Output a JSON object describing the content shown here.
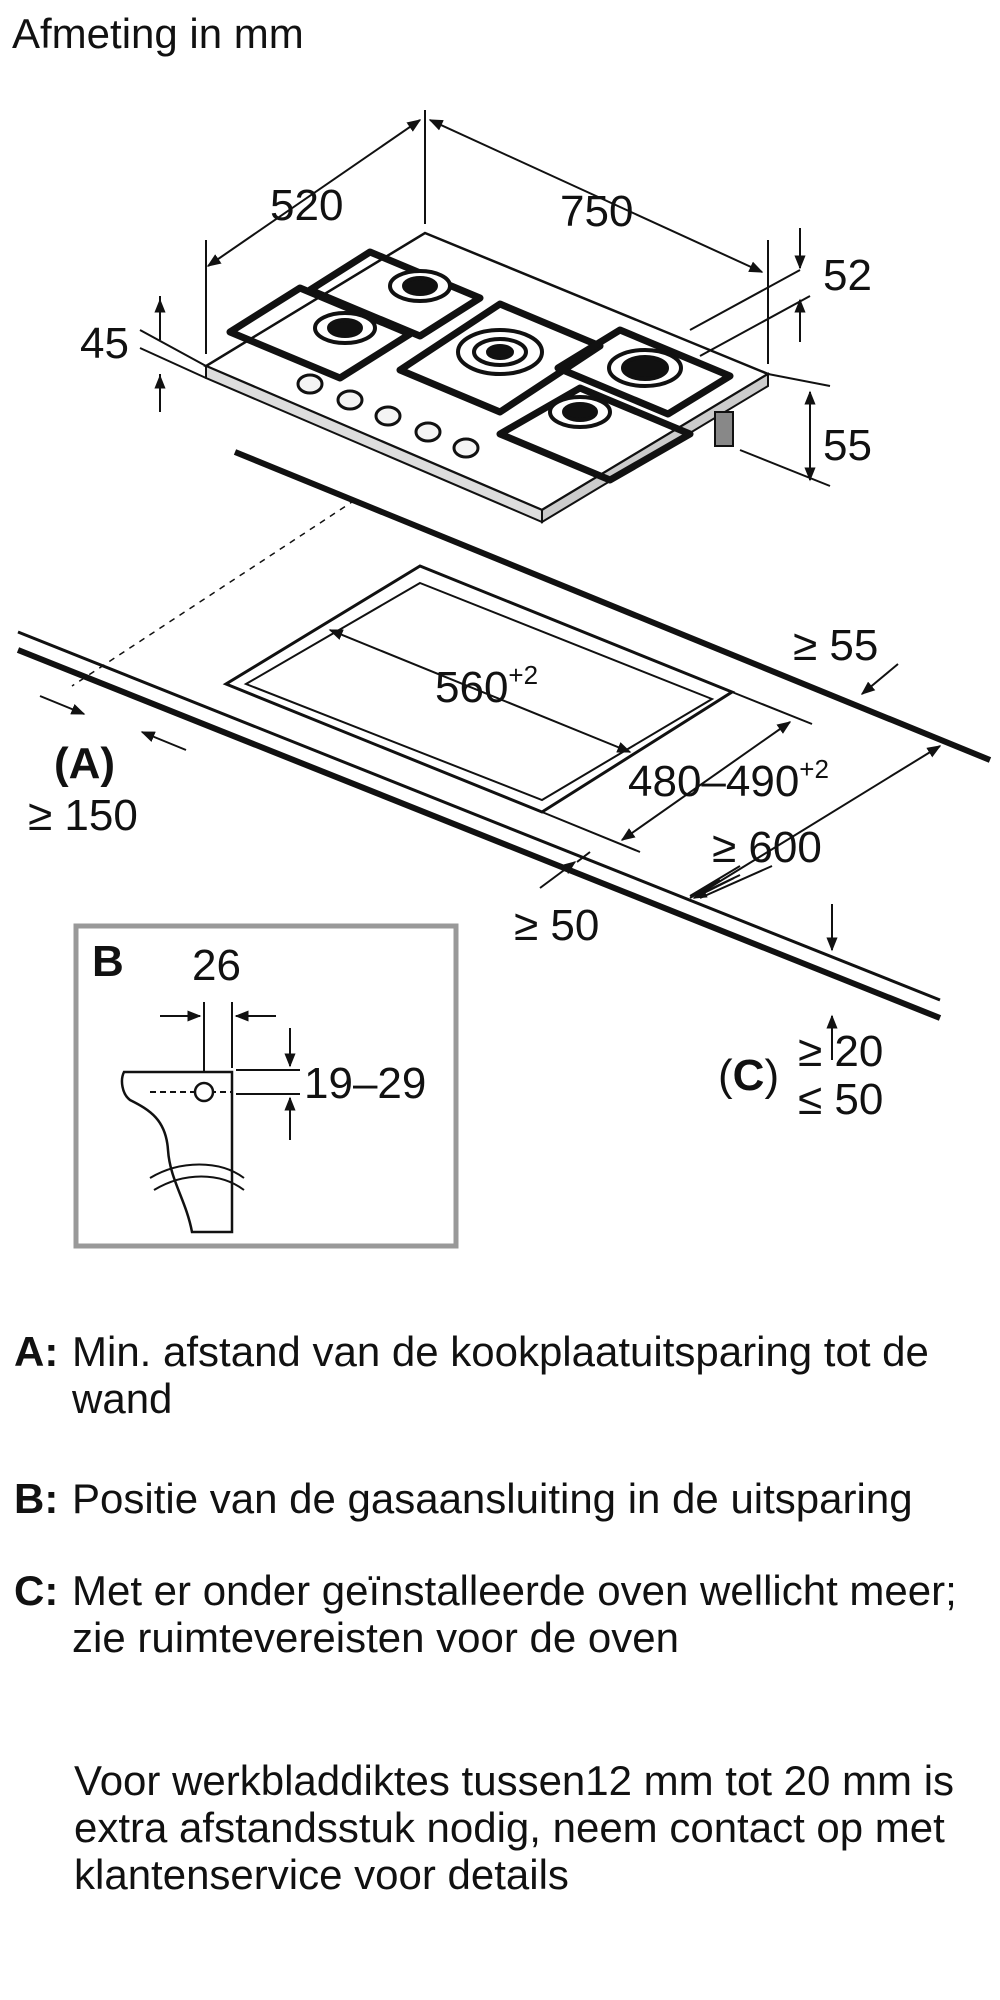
{
  "title": "Afmeting in mm",
  "dims": {
    "depth": "520",
    "width": "750",
    "right_top": "52",
    "left_side": "45",
    "height": "55",
    "rear_clear": "≥ 55",
    "cutout_w": "560",
    "cutout_w_tol": "+2",
    "cutout_d": "480–490",
    "cutout_d_tol": "+2",
    "front_depth": "≥ 600",
    "front_clear": "≥ 50",
    "a_label": "(A)",
    "a_value": "≥ 150",
    "c_label": "(C)",
    "c_min": "≥ 20",
    "c_max": "≤ 50"
  },
  "detail_b": {
    "label": "B",
    "width": "26",
    "height": "19–29"
  },
  "legend": [
    {
      "key": "A:",
      "text": "Min. afstand van de kookplaatuitsparing tot de wand"
    },
    {
      "key": "B:",
      "text": "Positie van de gasaansluiting in de uitsparing"
    },
    {
      "key": "C:",
      "text": "Met er onder geïnstalleerde oven wellicht meer; zie ruimtevereisten voor de oven"
    }
  ],
  "note": "Voor werkbladdiktes tussen12 mm tot 20 mm is extra afstandsstuk nodig, neem contact op met klantenservice voor details"
}
